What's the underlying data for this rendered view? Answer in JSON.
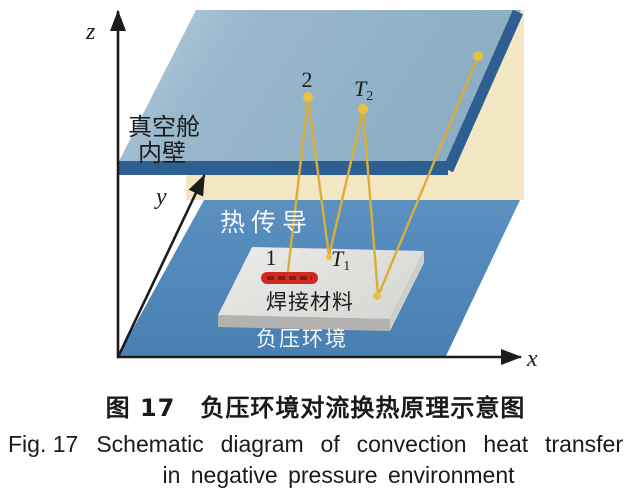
{
  "figure": {
    "axis_labels": {
      "z": "z",
      "y": "y",
      "x": "x"
    },
    "labels": {
      "wall_line1": "真空舱",
      "wall_line2": "内壁",
      "heat_conduction": "热传导",
      "weld_material": "焊接材料",
      "environment": "负压环境",
      "point2": "2",
      "point1": "1",
      "t2_main": "T",
      "t2_sub": "2",
      "t1_main": "T",
      "t1_sub": "1"
    },
    "colors": {
      "wall_light": "#bdd1de",
      "wall_mid": "#9ab8cc",
      "wall_dark": "#8cadc4",
      "wall_edge": "#2d5f93",
      "back_wall": "#f3e6c3",
      "floor_top": "#5b90c0",
      "floor_bottom": "#4780b2",
      "plate_top": "#ebebe9",
      "plate_top_dark": "#d8d8d5",
      "plate_front": "#b3b2b0",
      "plate_side": "#cfcecb",
      "weld_bead": "#d02b22",
      "weld_bead_dash": "#8c1a14",
      "heat_line": "#d9ae39",
      "heat_dot": "#e7c243",
      "axis": "#1c1c1c",
      "label_dark": "#1c1c1c",
      "label_light": "#f4f6f8"
    }
  },
  "caption": {
    "zh": "图 17　负压环境对流换热原理示意图",
    "en_prefix": "Fig. 17",
    "en_line1": "Schematic diagram of convection heat transfer",
    "en_line2": "in negative pressure environment"
  }
}
